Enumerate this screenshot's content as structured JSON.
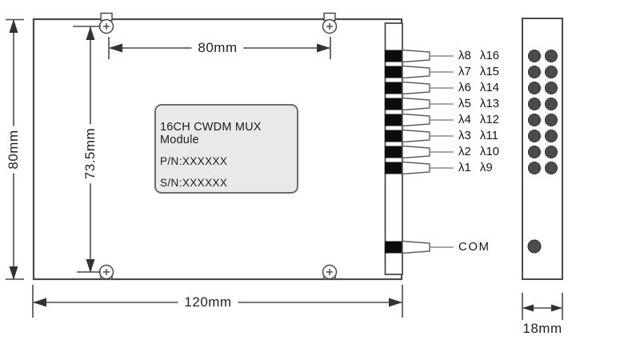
{
  "diagram": {
    "front_view": {
      "label_box": {
        "title": "16CH CWDM MUX Module",
        "part_number": "P/N:XXXXXX",
        "serial_number": "S/N:XXXXXX"
      },
      "ports": [
        {
          "primary": "λ8",
          "secondary": "λ16"
        },
        {
          "primary": "λ7",
          "secondary": "λ15"
        },
        {
          "primary": "λ6",
          "secondary": "λ14"
        },
        {
          "primary": "λ5",
          "secondary": "λ13"
        },
        {
          "primary": "λ4",
          "secondary": "λ12"
        },
        {
          "primary": "λ3",
          "secondary": "λ11"
        },
        {
          "primary": "λ2",
          "secondary": "λ10"
        },
        {
          "primary": "λ1",
          "secondary": "λ9"
        }
      ],
      "com_port_label": "COM"
    },
    "dimensions": {
      "overall_height": "80mm",
      "mounting_hole_vertical_spacing": "73.5mm",
      "mounting_hole_horizontal_spacing": "80mm",
      "overall_width": "120mm",
      "side_depth": "18mm"
    },
    "colors": {
      "line": "#4a4a4a",
      "leader_line": "#8c8c8c",
      "port_fill": "#0c0c0c",
      "label_box_fill": "#e9e9e9",
      "hole_fill": "#4c4c4c"
    }
  }
}
